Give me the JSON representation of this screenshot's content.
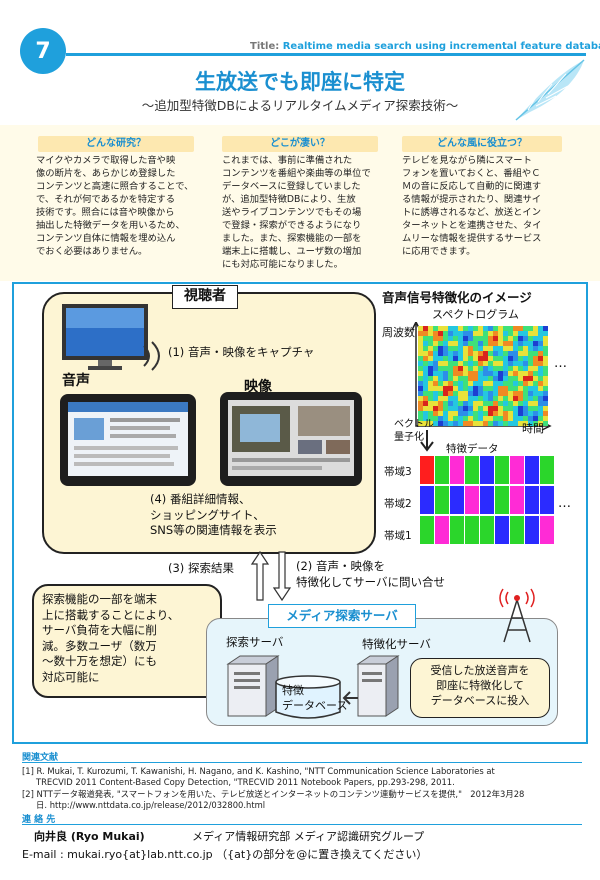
{
  "header": {
    "number": "7",
    "title_label": "Title:",
    "title_text": "Realtime media search using incremental feature database",
    "main_title": "生放送でも即座に特定",
    "sub_title": "～追加型特徴DBによるリアルタイムメディア探索技術～"
  },
  "intro": [
    {
      "heading": "どんな研究？",
      "lines": [
        "マイクやカメラで取得した音や映",
        "像の断片を、あらかじめ登録した",
        "コンテンツと高速に照合することで、",
        "で、それが何であるかを特定する",
        "技術です。照合には音や映像から",
        "抽出した特徴データを用いるため、",
        "コンテンツ自体に情報を埋め込ん",
        "でおく必要はありません。"
      ]
    },
    {
      "heading": "どこが凄い？",
      "lines": [
        "これまでは、事前に準備された",
        "コンテンツを番組や楽曲等の単位で",
        "データベースに登録していました",
        "が、追加型特徴DBにより、生放",
        "送やライブコンテンツでもその場",
        "で登録・探索ができるようになり",
        "ました。また、探索機能の一部を",
        "端末上に搭載し、ユーザ数の増加",
        "にも対応可能になりました。"
      ]
    },
    {
      "heading": "どんな風に役立つ？",
      "lines": [
        "テレビを見ながら隣にスマート",
        "フォンを置いておくと、番組やＣ",
        "Ｍの音に反応して自動的に関連す",
        "る情報が提示されたり、関連サイ",
        "トに誘導されるなど、放送とイン",
        "ターネットとを連携させた、タイ",
        "ムリーな情報を提供するサービス",
        "に応用できます。"
      ]
    }
  ],
  "diagram": {
    "viewer_label": "視聴者",
    "capture": "(1) 音声・映像をキャプチャ",
    "audio_label": "音声",
    "video_label": "映像",
    "result_info": [
      "(4) 番組詳細情報、",
      "ショッピングサイト、",
      "SNS等の関連情報を表示"
    ],
    "search_result": "(3) 探索結果",
    "query": [
      "(2) 音声・映像を",
      "特徴化してサーバに問い合せ"
    ],
    "callout": [
      "探索機能の一部を端末",
      "上に搭載することにより、",
      "サーバ負荷を大幅に削",
      "減。多数ユーザ（数万",
      "～数十万を想定）にも",
      "対応可能に"
    ],
    "server_label": "メディア探索サーバ",
    "search_server": "探索サーバ",
    "feature_server": "特徴化サーバ",
    "feature_db": [
      "特徴",
      "データベース"
    ],
    "receive": [
      "受信した放送音声を",
      "即座に特徴化して",
      "データベースに投入"
    ]
  },
  "signal": {
    "title": "音声信号特徴化のイメージ",
    "spectrogram": "スペクトログラム",
    "freq": "周波数",
    "time": "時間",
    "vq": [
      "ベクトル",
      "量子化"
    ],
    "feature_data": "特徴データ",
    "bands": [
      "帯域3",
      "帯域2",
      "帯域1"
    ],
    "ellipsis": "…",
    "colors": [
      [
        "#ff1e1e",
        "#2ad62a",
        "#ff2bd6",
        "#2bd62b",
        "#2b2bff",
        "#2bd62b",
        "#ff2bd6",
        "#2b2bff",
        "#2bd62b"
      ],
      [
        "#2b2bff",
        "#2bd62b",
        "#2b2bff",
        "#ff2bd6",
        "#2b2bff",
        "#2bd62b",
        "#ff2bd6",
        "#2b2bff",
        "#2b2bff"
      ],
      [
        "#2bd62b",
        "#ff2bd6",
        "#2bd62b",
        "#2bd62b",
        "#2bd62b",
        "#2b2bff",
        "#2bd62b",
        "#2b2bff",
        "#ff2bd6"
      ]
    ]
  },
  "refs": {
    "label": "関連文献",
    "items": [
      "[1] R. Mukai, T. Kurozumi, T. Kawanishi, H. Nagano, and K. Kashino, \"NTT Communication Science Laboratories at",
      "TRECVID 2011 Content-Based Copy Detection, \"TRECVID 2011 Notebook Papers, pp.293-298, 2011.",
      "[2] NTTデータ報道発表, \"スマートフォンを用いた、テレビ放送とインターネットのコンテンツ連動サービスを提供,\"　2012年3月28",
      "日. http://www.nttdata.co.jp/release/2012/032800.html"
    ]
  },
  "contact": {
    "label": "連 絡 先",
    "name": "向井良 (Ryo Mukai)",
    "dept": "メディア情報研究部 メディア認識研究グループ",
    "email": "E-mail :  mukai.ryo{at}lab.ntt.co.jp （{at}の部分を@に置き換えてください）"
  }
}
